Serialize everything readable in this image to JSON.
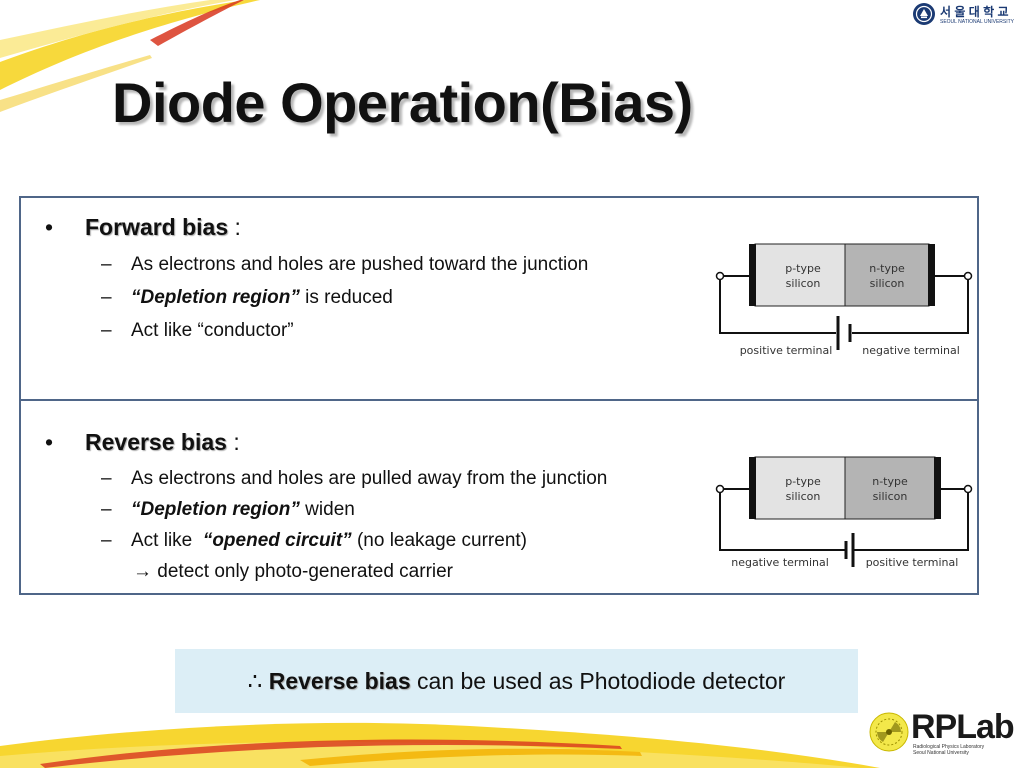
{
  "title": "Diode Operation(Bias)",
  "logo_top": {
    "korean": "서 울 대 학 교",
    "english": "SEOUL NATIONAL UNIVERSITY"
  },
  "forward": {
    "bullet": "•",
    "heading": "Forward bias",
    "colon": " :",
    "items": [
      {
        "dash": "–",
        "text": "As electrons and holes are pushed toward the junction"
      },
      {
        "dash": "–",
        "emphasis": "“Depletion region”",
        "text": " is reduced"
      },
      {
        "dash": "–",
        "text": "Act like “conductor”"
      }
    ],
    "diagram": {
      "p_label_1": "p-type",
      "p_label_2": "silicon",
      "n_label_1": "n-type",
      "n_label_2": "silicon",
      "left_terminal": "positive terminal",
      "right_terminal": "negative terminal"
    }
  },
  "reverse": {
    "bullet": "•",
    "heading": "Reverse bias",
    "colon": " :",
    "items": [
      {
        "dash": "–",
        "text": "As electrons and holes are pulled away from the junction"
      },
      {
        "dash": "–",
        "emphasis": "“Depletion region”",
        "text": " widen"
      },
      {
        "dash": "–",
        "prefix": "Act like  ",
        "emphasis": "“opened circuit”",
        "text": " (no leakage current)"
      }
    ],
    "note": "→ detect only photo-generated carrier",
    "diagram": {
      "p_label_1": "p-type",
      "p_label_2": "silicon",
      "n_label_1": "n-type",
      "n_label_2": "silicon",
      "left_terminal": "negative terminal",
      "right_terminal": "positive terminal"
    }
  },
  "conclusion": {
    "symbol": "∴ ",
    "highlight": "Reverse bias",
    "text": " can be used as Photodiode detector"
  },
  "logo_bottom": {
    "name": "RPLab",
    "sub_1": "Radiological Physics Laboratory",
    "sub_2": "Seoul National University"
  },
  "colors": {
    "box_border": "#4f6688",
    "conclusion_bg": "#dceef6",
    "p_region": "#e3e3e3",
    "n_region": "#b4b4b4",
    "decoration_yellow": "#f6d21a",
    "decoration_red": "#d8361e"
  }
}
